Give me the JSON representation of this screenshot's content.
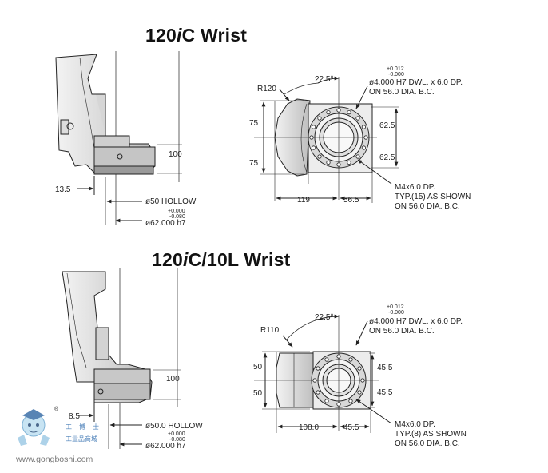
{
  "top": {
    "title_prefix": "120",
    "title_italic": "i",
    "title_suffix": "C Wrist",
    "side": {
      "dim_height": "100",
      "dim_offset": "13.5",
      "hollow": "ø50 HOLLOW",
      "tol_plus": "+0.000",
      "tol_minus": "-0.080",
      "diameter": "ø62.000 h7"
    },
    "front": {
      "radius": "R120",
      "angle": "22.5°",
      "dwl_tol_plus": "+0.012",
      "dwl_tol_minus": "-0.000",
      "dwl_line1": "ø4.000 H7 DWL. x 6.0 DP.",
      "dwl_line2": "ON 56.0 DIA. B.C.",
      "dim_left_top": "75",
      "dim_left_bottom": "75",
      "dim_right_top": "62.5",
      "dim_right_bottom": "62.5",
      "dim_width_left": "119",
      "dim_width_right": "56.5",
      "tap_line1": "M4x6.0 DP.",
      "tap_line2": "TYP.(15) AS SHOWN",
      "tap_line3": "ON 56.0 DIA. B.C."
    }
  },
  "bottom": {
    "title_prefix": "120",
    "title_italic": "i",
    "title_suffix": "C/10L Wrist",
    "side": {
      "dim_height": "100",
      "dim_offset": "8.5",
      "hollow": "ø50.0 HOLLOW",
      "tol_plus": "+0.000",
      "tol_minus": "-0.080",
      "diameter": "ø62.000 h7"
    },
    "front": {
      "radius": "R110",
      "angle": "22.5°",
      "dwl_tol_plus": "+0.012",
      "dwl_tol_minus": "-0.000",
      "dwl_line1": "ø4.000 H7 DWL. x 6.0 DP.",
      "dwl_line2": "ON 56.0 DIA. B.C.",
      "dim_left_top": "50",
      "dim_left_bottom": "50",
      "dim_right_top": "45.5",
      "dim_right_bottom": "45.5",
      "dim_width_left": "108.0",
      "dim_width_right": "45.5",
      "tap_line1": "M4x6.0 DP.",
      "tap_line2": "TYP.(8) AS SHOWN",
      "tap_line3": "ON 56.0 DIA. B.C."
    }
  },
  "watermark": {
    "url": "www.gongboshi.com",
    "chars": [
      "工",
      "博",
      "士"
    ],
    "sub": "工业品商城",
    "reg": "®"
  }
}
